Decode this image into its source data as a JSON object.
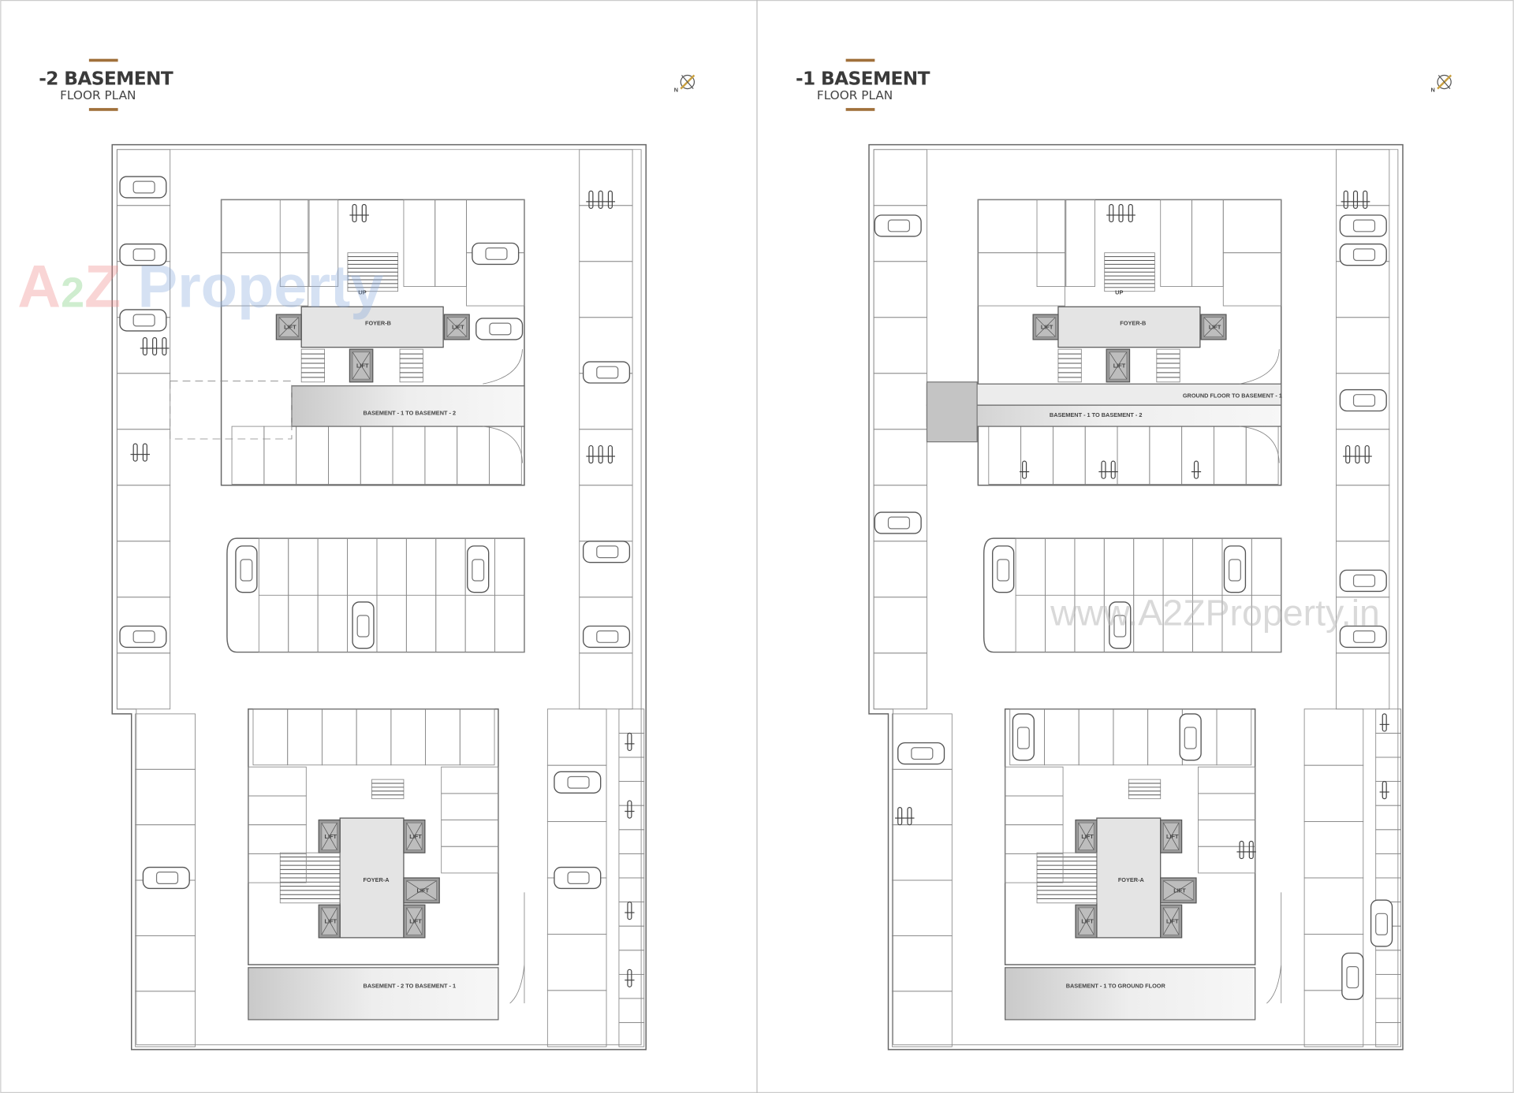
{
  "plans": [
    {
      "title": "-2 BASEMENT",
      "subtitle": "FLOOR PLAN",
      "compass_label": "N",
      "foyer_b": "FOYER-B",
      "foyer_a": "FOYER-A",
      "lift": "LIFT",
      "stair_up": "UP",
      "ramp_upper": "BASEMENT - 1 TO BASEMENT - 2",
      "ramp_lower": "BASEMENT - 2 TO BASEMENT - 1"
    },
    {
      "title": "-1 BASEMENT",
      "subtitle": "FLOOR PLAN",
      "compass_label": "N",
      "foyer_b": "FOYER-B",
      "foyer_a": "FOYER-A",
      "lift": "LIFT",
      "stair_up": "UP",
      "ramp_upper_top": "GROUND FLOOR TO BASEMENT - 1",
      "ramp_upper": "BASEMENT - 1 TO BASEMENT - 2",
      "ramp_lower": "BASEMENT - 1 TO GROUND FLOOR"
    }
  ],
  "watermark": {
    "logo_text": "A2Z Property",
    "url": "www.A2ZProperty.in"
  },
  "colors": {
    "accent_bar": "#a0703a",
    "wall": "#666666",
    "foyer_fill": "#e4e4e4",
    "lift_fill": "#9a9a9a"
  }
}
